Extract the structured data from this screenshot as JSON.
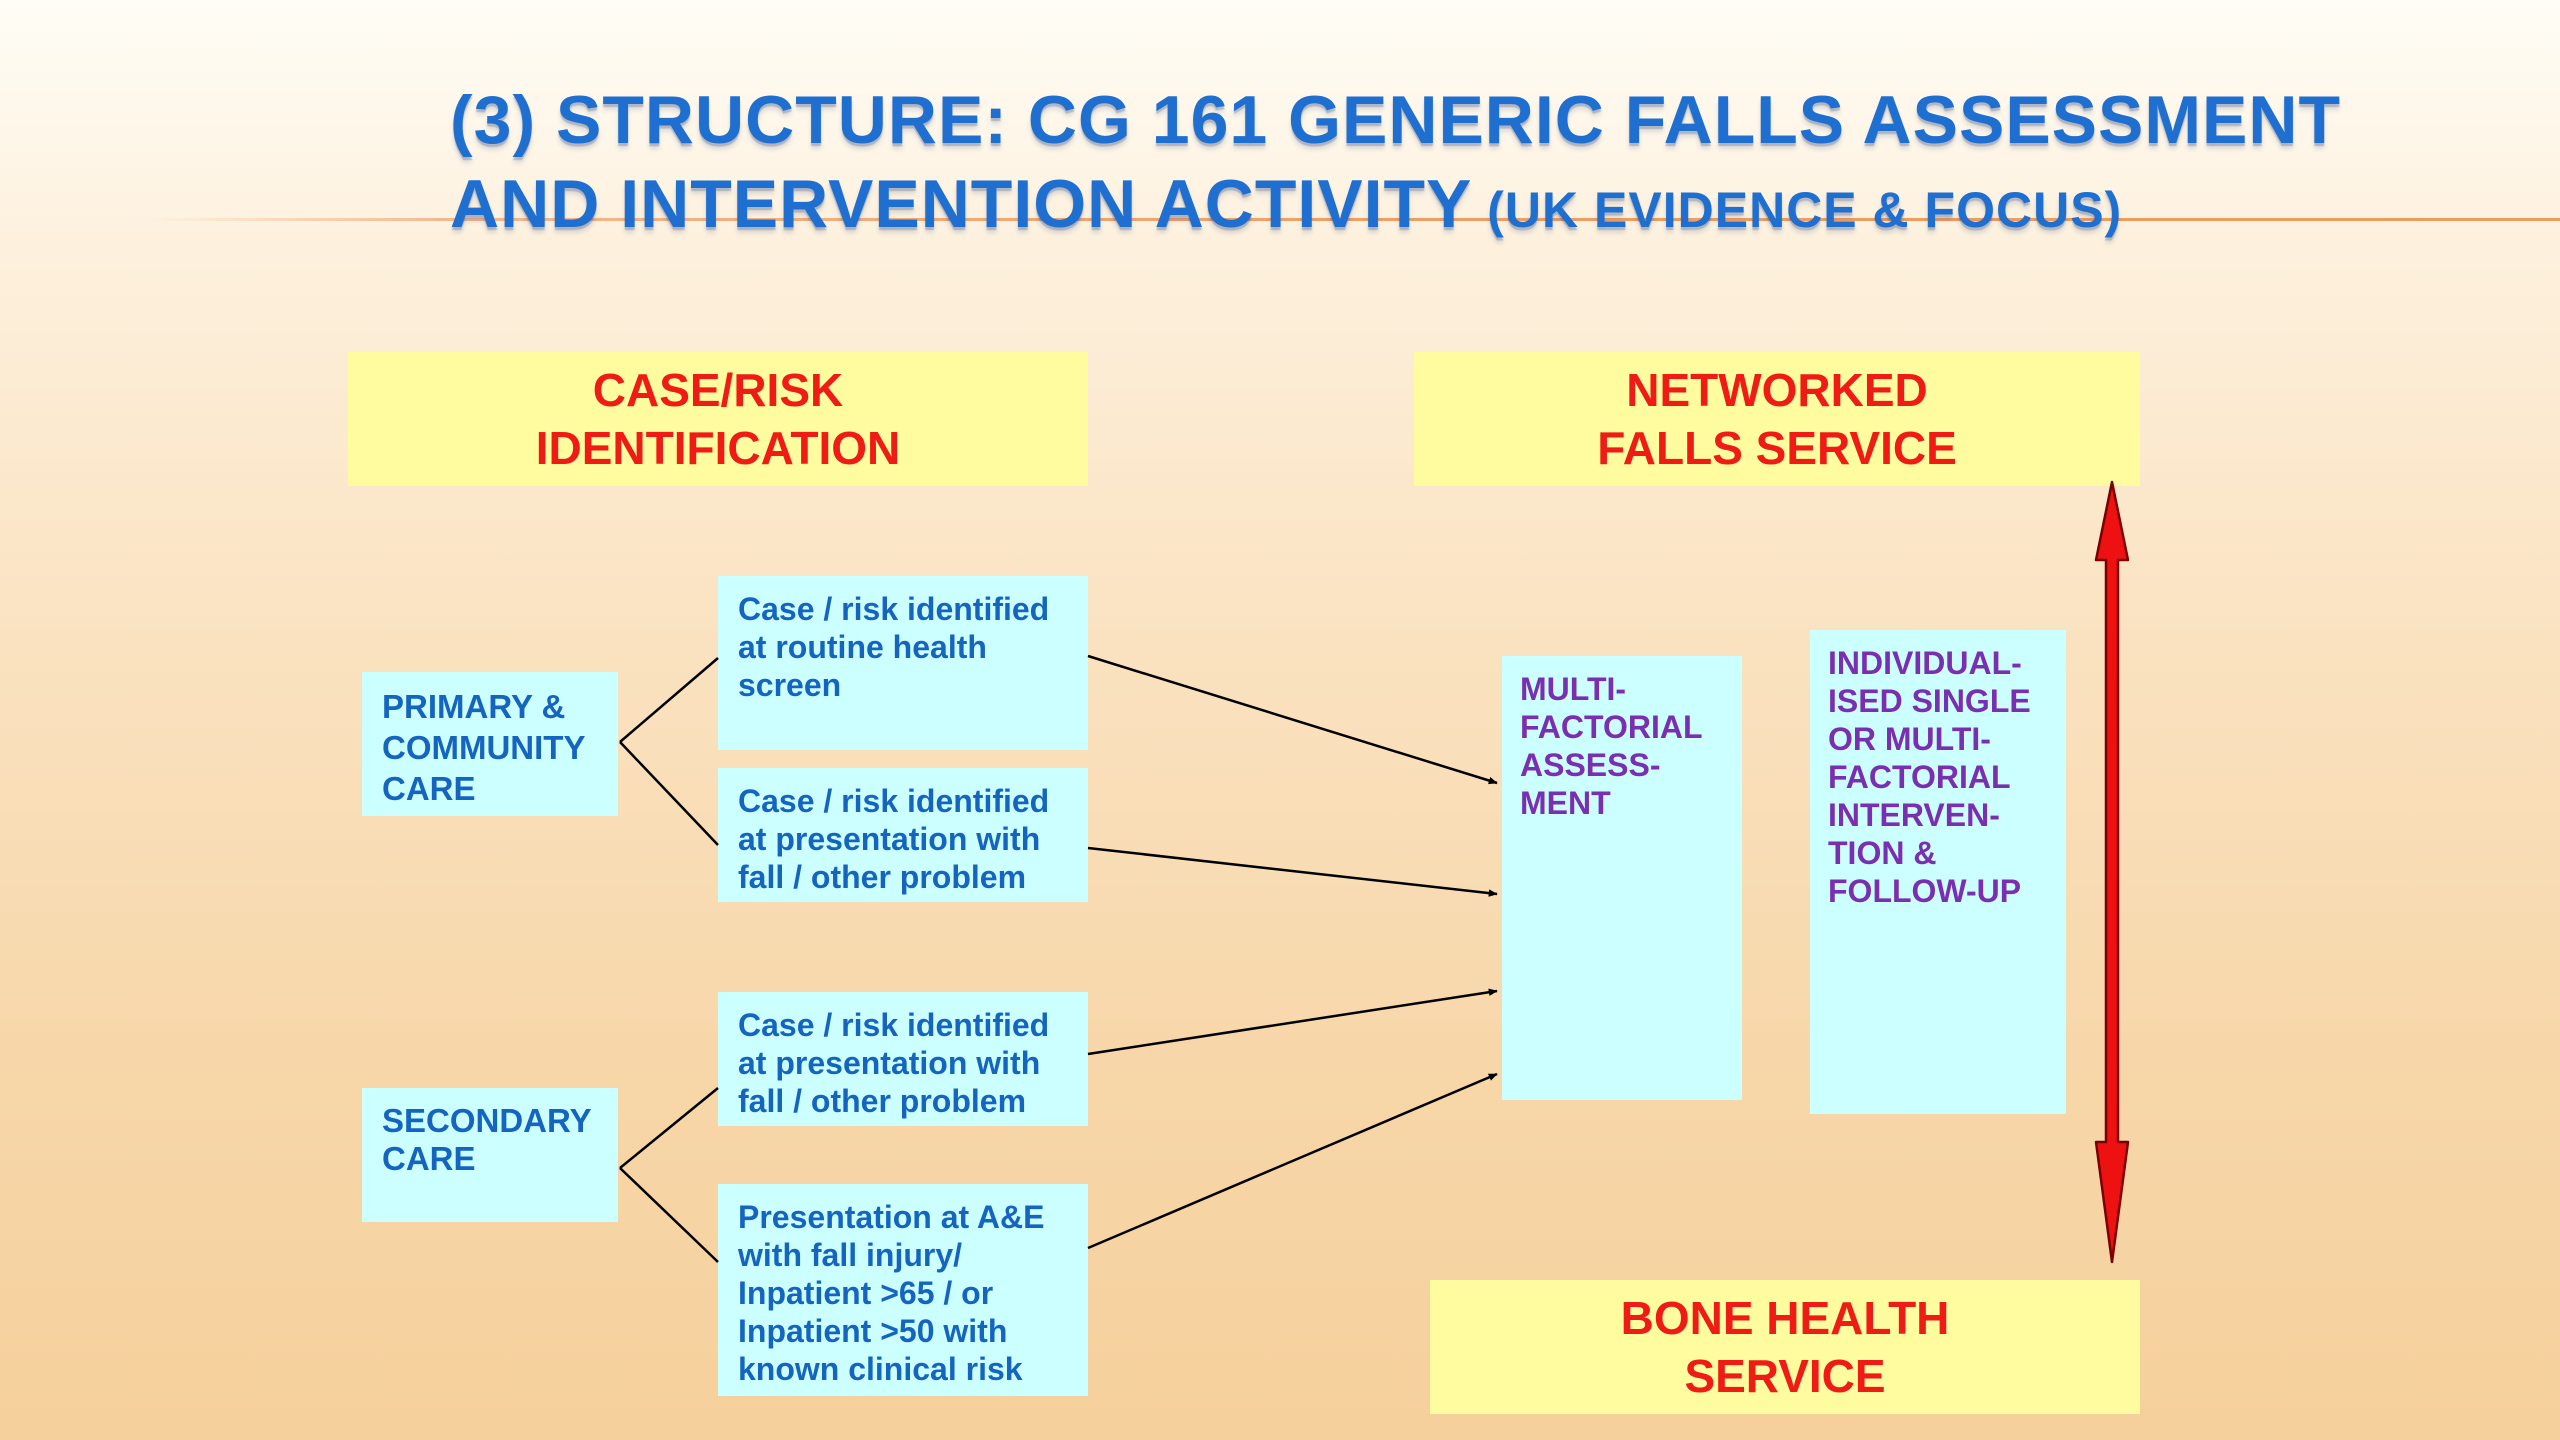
{
  "slide": {
    "title_main": "(3) Structure: CG 161 Generic Falls Assessment and Intervention Activity",
    "title_sub": " (UK Evidence & Focus)"
  },
  "headers": {
    "left": "CASE/RISK\nIDENTIFICATION",
    "right": "NETWORKED\nFALLS SERVICE",
    "bottom": "BONE HEALTH\nSERVICE"
  },
  "care_settings": {
    "primary": "PRIMARY &\nCOMMUNITY\nCARE",
    "secondary": "SECONDARY\nCARE"
  },
  "identification": {
    "routine_screen": "Case / risk identified\nat routine health\nscreen",
    "presentation_primary": "Case / risk identified\nat presentation with\nfall / other problem",
    "presentation_secondary": "Case / risk identified\nat presentation with\nfall / other problem",
    "ae_inpatient": "Presentation at A&E\nwith fall injury/\nInpatient >65 / or\nInpatient >50 with\nknown clinical risk"
  },
  "service": {
    "assessment": "MULTI-\nFACTORIAL\nASSESS-\nMENT",
    "intervention": "INDIVIDUAL-\nISED SINGLE\nOR MULTI-\nFACTORIAL\nINTERVEN-\nTION &\nFOLLOW-UP"
  },
  "colors": {
    "title": "#1f6fd1",
    "header_bg": "#fefc9e",
    "header_text": "#ee1c14",
    "box_bg": "#ccffff",
    "box_text_blue": "#1565c0",
    "box_text_purple": "#7a2fb0",
    "double_arrow": "#ee1111"
  }
}
